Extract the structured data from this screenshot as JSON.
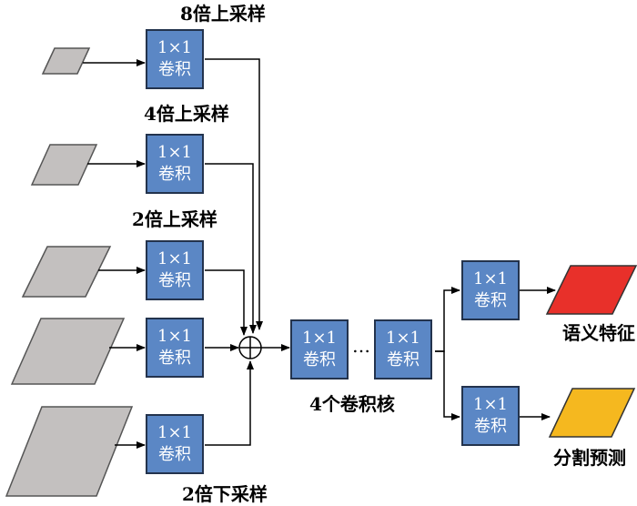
{
  "conv_block": {
    "line1": "1×1",
    "line2": "卷积"
  },
  "labels": {
    "upsample_8x": "8倍上采样",
    "upsample_4x": "4倍上采样",
    "upsample_2x": "2倍上采样",
    "downsample_2x": "2倍下采样",
    "four_kernels": "4个卷积核",
    "semantic_features": "语义特征",
    "segmentation_prediction": "分割预测",
    "ellipsis": "…"
  },
  "colors": {
    "feature_map": "#c3c0bf",
    "conv_fill": "#5b87c5",
    "conv_border": "#23334d",
    "semantic_output": "#e8302a",
    "segmentation_output": "#f5b81f"
  }
}
